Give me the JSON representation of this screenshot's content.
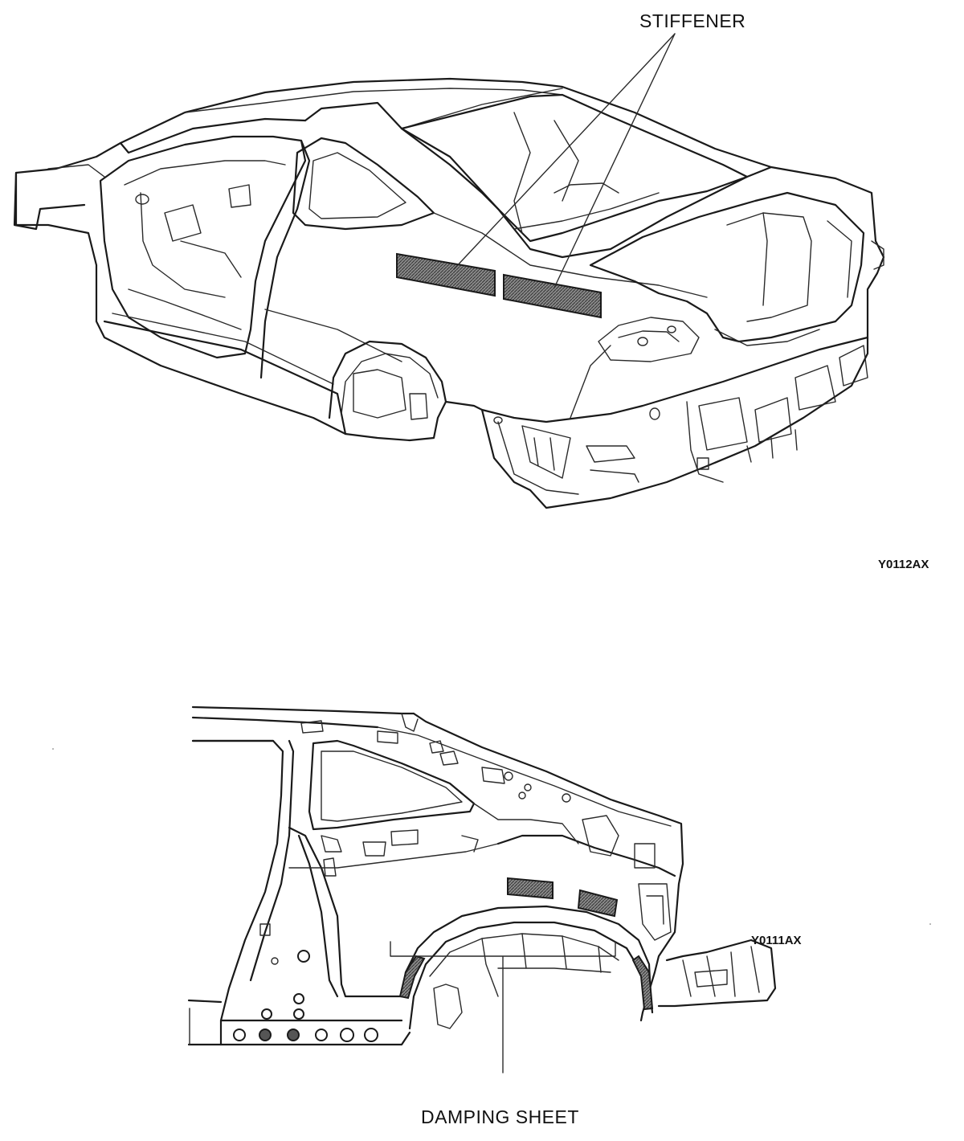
{
  "labels": {
    "stiffener": "STIFFENER",
    "figure_code_top": "Y0112AX",
    "damping_sheet": "DAMPING SHEET",
    "figure_code_bottom": "Y0111AX"
  },
  "colors": {
    "line": "#1a1a1a",
    "hatch_fill": "#777777",
    "background": "#ffffff"
  }
}
